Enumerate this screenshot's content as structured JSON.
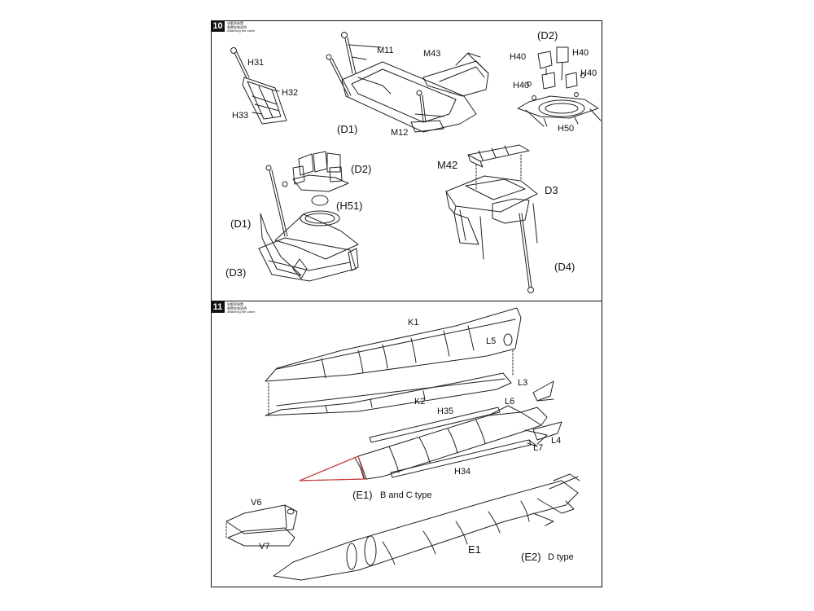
{
  "step10": {
    "number": "10",
    "caption_cn_1": "张緊密装置",
    "caption_cn_2": "装置安装说明",
    "caption_en": "Attaching the cabin",
    "labels": {
      "h31": "H31",
      "h32": "H32",
      "h33": "H33",
      "m11": "M11",
      "m43": "M43",
      "d1_top": "(D1)",
      "m12": "M12",
      "d2_top": "(D2)",
      "h40_a": "H40",
      "h40_b": "H40",
      "h40_c": "H40",
      "h40_d": "H40",
      "h50": "H50",
      "d2_mid": "(D2)",
      "h51": "(H51)",
      "d1_mid": "(D1)",
      "d3_mid": "(D3)",
      "m42": "M42",
      "d3_right": "D3",
      "d4": "(D4)"
    }
  },
  "step11": {
    "number": "11",
    "caption_cn_1": "张緊密装置",
    "caption_cn_2": "装置安装说明",
    "caption_en": "Attaching the cabin",
    "labels": {
      "k1": "K1",
      "l5": "L5",
      "k2": "K2",
      "l3": "L3",
      "l6": "L6",
      "h35": "H35",
      "l7": "L7",
      "l4": "L4",
      "h34": "H34",
      "e1_variant": "(E1)",
      "e1_note": "B and C type",
      "v6": "V6",
      "v7": "V7",
      "e1": "E1",
      "e2_variant": "(E2)",
      "e2_note": "D type"
    }
  },
  "colors": {
    "line": "#222222",
    "highlight": "#d93030"
  }
}
